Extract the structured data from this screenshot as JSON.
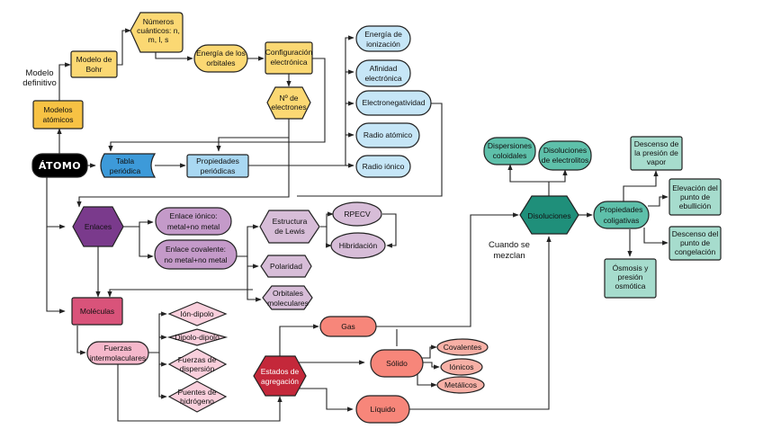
{
  "title": "Mapa conceptual: Átomo",
  "colors": {
    "yellow_dark": "#f7c244",
    "yellow_light": "#fbd873",
    "atom": "#000000",
    "blue_dark": "#3d9ad9",
    "blue_light": "#a9d8f2",
    "blue_pale": "#c6e6f7",
    "purple_dark": "#7a3a8c",
    "purple_light": "#c49ac9",
    "purple_pale": "#d7bdd8",
    "pink_dark": "#d9537a",
    "pink_light": "#f5b8cb",
    "pink_pale": "#f9cfdc",
    "red_dark": "#c4283a",
    "salmon": "#f7867a",
    "salmon_light": "#f7b0a6",
    "teal_dark": "#1f8f7a",
    "teal": "#5ec0aa",
    "teal_light": "#a6dccd"
  },
  "nodes": {
    "atomo": "ÁTOMO",
    "modelos_atomicos": [
      "Modelos",
      "atómicos"
    ],
    "modelo_bohr": [
      "Modelo de",
      "Bohr"
    ],
    "numeros_cuanticos": [
      "Números",
      "cuánticos: n,",
      "m, l, s"
    ],
    "energia_orbitales": [
      "Energía de los",
      "orbitales"
    ],
    "configuracion": [
      "Configuración",
      "electrónica"
    ],
    "n_electrones": [
      "Nº de",
      "electrones"
    ],
    "tabla_periodica": [
      "Tabla",
      "periódica"
    ],
    "propiedades_periodicas": [
      "Propiedades",
      "periódicas"
    ],
    "energia_ionizacion": [
      "Energía de",
      "ionización"
    ],
    "afinidad": [
      "Afinidad",
      "electrónica"
    ],
    "electronegatividad": [
      "Electronegatividad"
    ],
    "radio_atomico": [
      "Radio atómico"
    ],
    "radio_ionico": [
      "Radio iónico"
    ],
    "enlaces": [
      "Enlaces"
    ],
    "enlace_ionico": [
      "Enlace iónico:",
      "metal+no metal"
    ],
    "enlace_covalente": [
      "Enlace covalente:",
      "no metal+no metal"
    ],
    "estructura_lewis": [
      "Estructura",
      "de Lewis"
    ],
    "rpecv": [
      "RPECV"
    ],
    "hibridacion": [
      "Hibridación"
    ],
    "polaridad": [
      "Polaridad"
    ],
    "orbitales_moleculares": [
      "Orbitales",
      "moleculares"
    ],
    "moleculas": [
      "Moléculas"
    ],
    "fuerzas": [
      "Fuerzas",
      "intermolaculares"
    ],
    "ion_dipolo": [
      "Ión-dipolo"
    ],
    "dipolo_dipolo": [
      "Dipolo-dipolo"
    ],
    "dispersion": [
      "Fuerzas de",
      "dispersión"
    ],
    "puentes": [
      "Puentes de",
      "hidrógeno"
    ],
    "estados": [
      "Estados de",
      "agregación"
    ],
    "gas": [
      "Gas"
    ],
    "solido": [
      "Sólido"
    ],
    "liquido": [
      "Líquido"
    ],
    "covalentes": [
      "Covalentes"
    ],
    "ionicos": [
      "Iónicos"
    ],
    "metalicos": [
      "Metálicos"
    ],
    "disoluciones": [
      "Disoluciones"
    ],
    "dispersiones_coloidales": [
      "Dispersiones",
      "coloidales"
    ],
    "disoluciones_electrolitos": [
      "Disoluciones",
      "de electrolitos"
    ],
    "propiedades_coligativas": [
      "Propiedades",
      "coligativas"
    ],
    "descenso_presion": [
      "Descenso de",
      "la presión de",
      "vapor"
    ],
    "elevacion_ebullicion": [
      "Elevación del",
      "punto de",
      "ebullición"
    ],
    "descenso_congelacion": [
      "Descenso del",
      "punto de",
      "congelación"
    ],
    "osmosis": [
      "Ósmosis y",
      "presión",
      "osmótica"
    ]
  },
  "labels": {
    "modelo_definitivo": [
      "Modelo",
      "definitivo"
    ],
    "cuando_se_mezclan": [
      "Cuando se",
      "mezclan"
    ]
  }
}
